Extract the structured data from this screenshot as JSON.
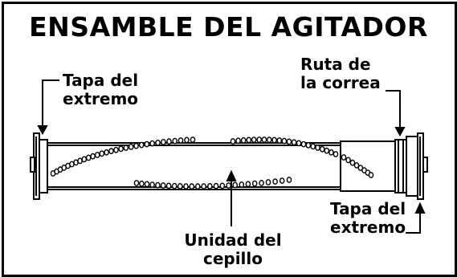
{
  "title": "ENSAMBLE DEL AGITADOR",
  "labels": {
    "end_cap_left": {
      "line1": "Tapa del",
      "line2": "extremo"
    },
    "belt_path": {
      "line1": "Ruta de",
      "line2": "la correa"
    },
    "end_cap_right": {
      "line1": "Tapa del",
      "line2": "extremo"
    },
    "brush_unit": {
      "line1": "Unidad del",
      "line2": "cepillo"
    }
  }
}
